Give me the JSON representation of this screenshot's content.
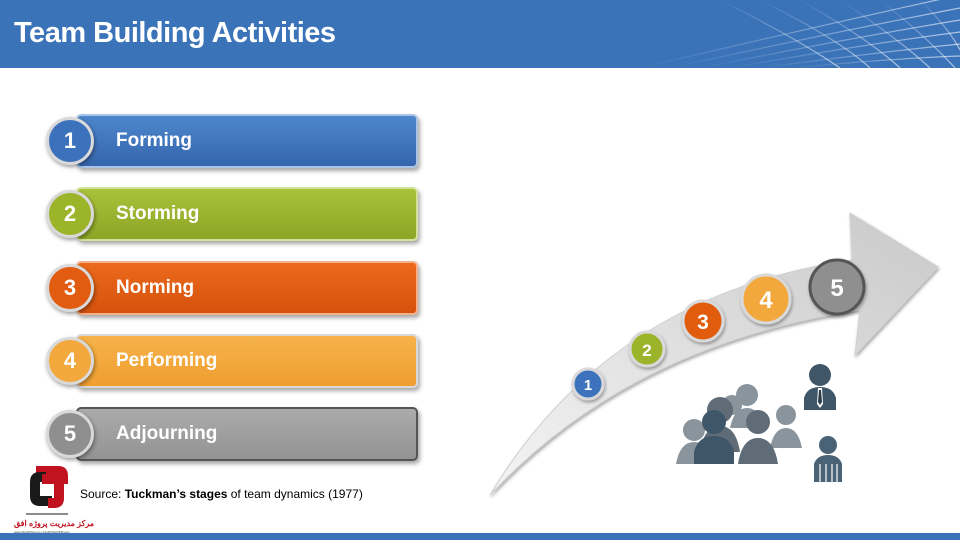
{
  "header": {
    "title": "Team Building Activities"
  },
  "colors": {
    "header_blue": "#3b73b9",
    "forming": "#3c72bc",
    "storming": "#9bb42a",
    "norming": "#e15b10",
    "performing": "#f2a83c",
    "adjourning": "#9e9e9e",
    "people": "#5a6b7a"
  },
  "stages": [
    {
      "number": "1",
      "label": "Forming"
    },
    {
      "number": "2",
      "label": "Storming"
    },
    {
      "number": "3",
      "label": "Norming"
    },
    {
      "number": "4",
      "label": "Performing"
    },
    {
      "number": "5",
      "label": "Adjourning"
    }
  ],
  "arrow_steps": [
    "1",
    "2",
    "3",
    "4",
    "5"
  ],
  "source": {
    "prefix": "Source: ",
    "bold": "Tuckman’s stages",
    "suffix": " of team dynamics (1977)"
  },
  "logo": {
    "text": "مرکز مدیریت پروژه افق",
    "url": "www.OfoghPM.com | info@OfoghPM.com"
  },
  "icons": {
    "logo": "ofogh-logo-icon",
    "team": "team-people-icon",
    "arrow": "growth-arrow-icon"
  }
}
